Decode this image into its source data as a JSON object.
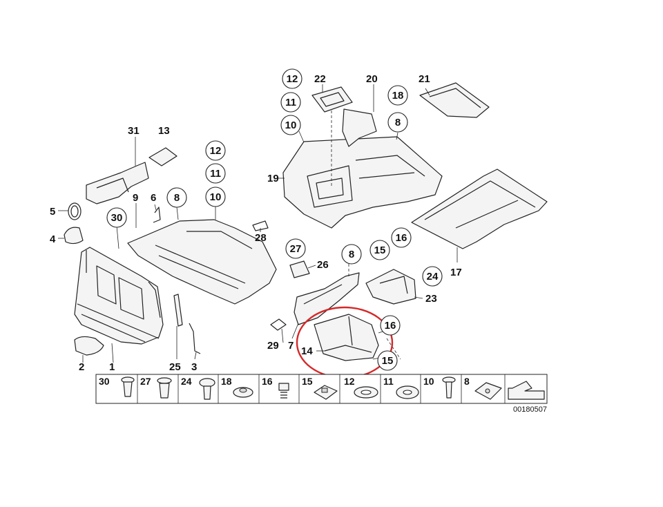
{
  "labels": {
    "p1": "1",
    "p2": "2",
    "p3": "3",
    "p4": "4",
    "p5": "5",
    "p6": "6",
    "p7": "7",
    "p8a": "8",
    "p8b": "8",
    "p8c": "8",
    "p9": "9",
    "p10a": "10",
    "p10b": "10",
    "p11a": "11",
    "p11b": "11",
    "p12a": "12",
    "p12b": "12",
    "p13": "13",
    "p14": "14",
    "p15a": "15",
    "p15b": "15",
    "p16a": "16",
    "p16b": "16",
    "p17": "17",
    "p18": "18",
    "p19": "19",
    "p20": "20",
    "p21": "21",
    "p22": "22",
    "p23": "23",
    "p24": "24",
    "p25": "25",
    "p26": "26",
    "p27": "27",
    "p28": "28",
    "p29": "29",
    "p30": "30",
    "p31": "31"
  },
  "fasteners": [
    "30",
    "27",
    "24",
    "18",
    "16",
    "15",
    "12",
    "11",
    "10",
    "8"
  ],
  "drawing_id": "00180507",
  "highlight_color": "#d62828"
}
